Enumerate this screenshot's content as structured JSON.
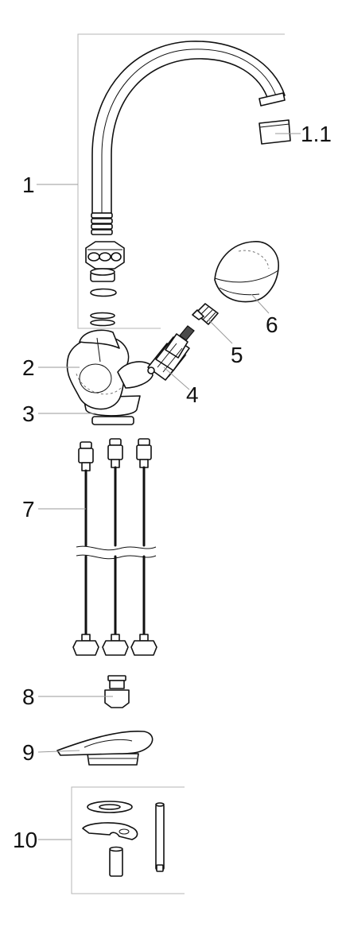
{
  "diagram": {
    "type": "exploded-parts-view",
    "stroke_color": "#111111",
    "leader_color": "#9a9a9a",
    "frame_color": "#b5b5b5",
    "callouts": {
      "c1": "1",
      "c1_1": "1.1",
      "c2": "2",
      "c3": "3",
      "c4": "4",
      "c5": "5",
      "c6": "6",
      "c7": "7",
      "c8": "8",
      "c9": "9",
      "c10": "10"
    }
  }
}
